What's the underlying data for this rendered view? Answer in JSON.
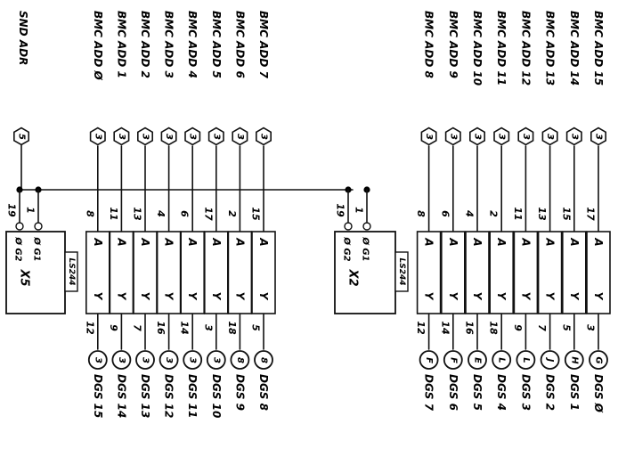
{
  "colors": {
    "ink": "#111111",
    "paper": "#ffffff",
    "fill": "#000000"
  },
  "snd_label": "SND ADR",
  "snd_pin": "5",
  "left_chip": {
    "ref": "X5",
    "part": "LS244",
    "enable_pins": [
      "19",
      "1"
    ],
    "enable_labels": [
      "Ø G2",
      "Ø G1"
    ],
    "bmc": [
      "BMC ADD 7",
      "BMC ADD 6",
      "BMC ADD 5",
      "BMC ADD 4",
      "BMC ADD 3",
      "BMC ADD 2",
      "BMC ADD 1",
      "BMC ADD Ø"
    ],
    "bmc_pins": [
      "3",
      "3",
      "3",
      "3",
      "3",
      "3",
      "3",
      "3"
    ],
    "in_pins": [
      "15",
      "2",
      "17",
      "6",
      "4",
      "13",
      "11",
      "8"
    ],
    "out_pins": [
      "5",
      "18",
      "3",
      "14",
      "16",
      "7",
      "9",
      "12"
    ],
    "dgs_marks": [
      "8",
      "8",
      "3",
      "3",
      "3",
      "3",
      "3",
      "3"
    ],
    "dgs": [
      "DGS 8",
      "DGS 9",
      "DGS 10",
      "DGS 11",
      "DGS 12",
      "DGS 13",
      "DGS 14",
      "DGS 15"
    ],
    "a": "A",
    "y": "Y"
  },
  "right_chip": {
    "ref": "X2",
    "part": "LS244",
    "enable_pins": [
      "19",
      "1"
    ],
    "enable_labels": [
      "Ø G2",
      "Ø G1"
    ],
    "bmc": [
      "BMC ADD 15",
      "BMC ADD 14",
      "BMC ADD 13",
      "BMC ADD 12",
      "BMC ADD 11",
      "BMC ADD 10",
      "BMC ADD 9",
      "BMC ADD 8"
    ],
    "bmc_pins": [
      "3",
      "3",
      "3",
      "3",
      "3",
      "3",
      "3",
      "3"
    ],
    "in_pins": [
      "17",
      "15",
      "13",
      "11",
      "2",
      "4",
      "6",
      "8"
    ],
    "out_pins": [
      "3",
      "5",
      "7",
      "9",
      "18",
      "16",
      "14",
      "12"
    ],
    "dgs_marks": [
      "G",
      "H",
      "J",
      "L",
      "L",
      "E",
      "F",
      "F"
    ],
    "dgs": [
      "DGS Ø",
      "DGS 1",
      "DGS 2",
      "DGS 3",
      "DGS 4",
      "DGS 5",
      "DGS 6",
      "DGS 7"
    ],
    "a": "A",
    "y": "Y"
  }
}
